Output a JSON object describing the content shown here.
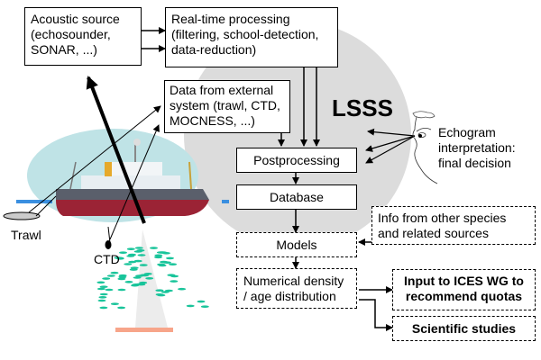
{
  "diagram": {
    "center_label": "LSSS",
    "boxes": {
      "acoustic_source": [
        "Acoustic source",
        "(echosounder,",
        "SONAR, ...)"
      ],
      "realtime_processing": [
        "Real-time processing",
        "(filtering, school-detection,",
        "data-reduction)"
      ],
      "external_data": [
        "Data from external",
        "system (trawl, CTD,",
        "MOCNESS, ...)"
      ],
      "postprocessing": "Postprocessing",
      "database": "Database",
      "models": "Models",
      "other_info": [
        "Info from other species",
        "and related sources"
      ],
      "numerical_density": [
        "Numerical density",
        "/ age distribution"
      ],
      "ices_input": [
        "Input to ICES WG to",
        "recommend quotas"
      ],
      "scientific_studies": "Scientific studies"
    },
    "labels": {
      "echogram": [
        "Echogram",
        "interpretation:",
        "final decision"
      ],
      "trawl": "Trawl",
      "ctd": "CTD"
    },
    "colors": {
      "circle": "#dcdcdc",
      "fish": "#19c49a",
      "hull_red": "#9b2335",
      "hull_gray": "#5a5f6b",
      "sea_halo": "#bfe3e6",
      "waterline": "#3a8fe0",
      "beam": "#ececec",
      "seabed": "#f7a58a"
    }
  }
}
